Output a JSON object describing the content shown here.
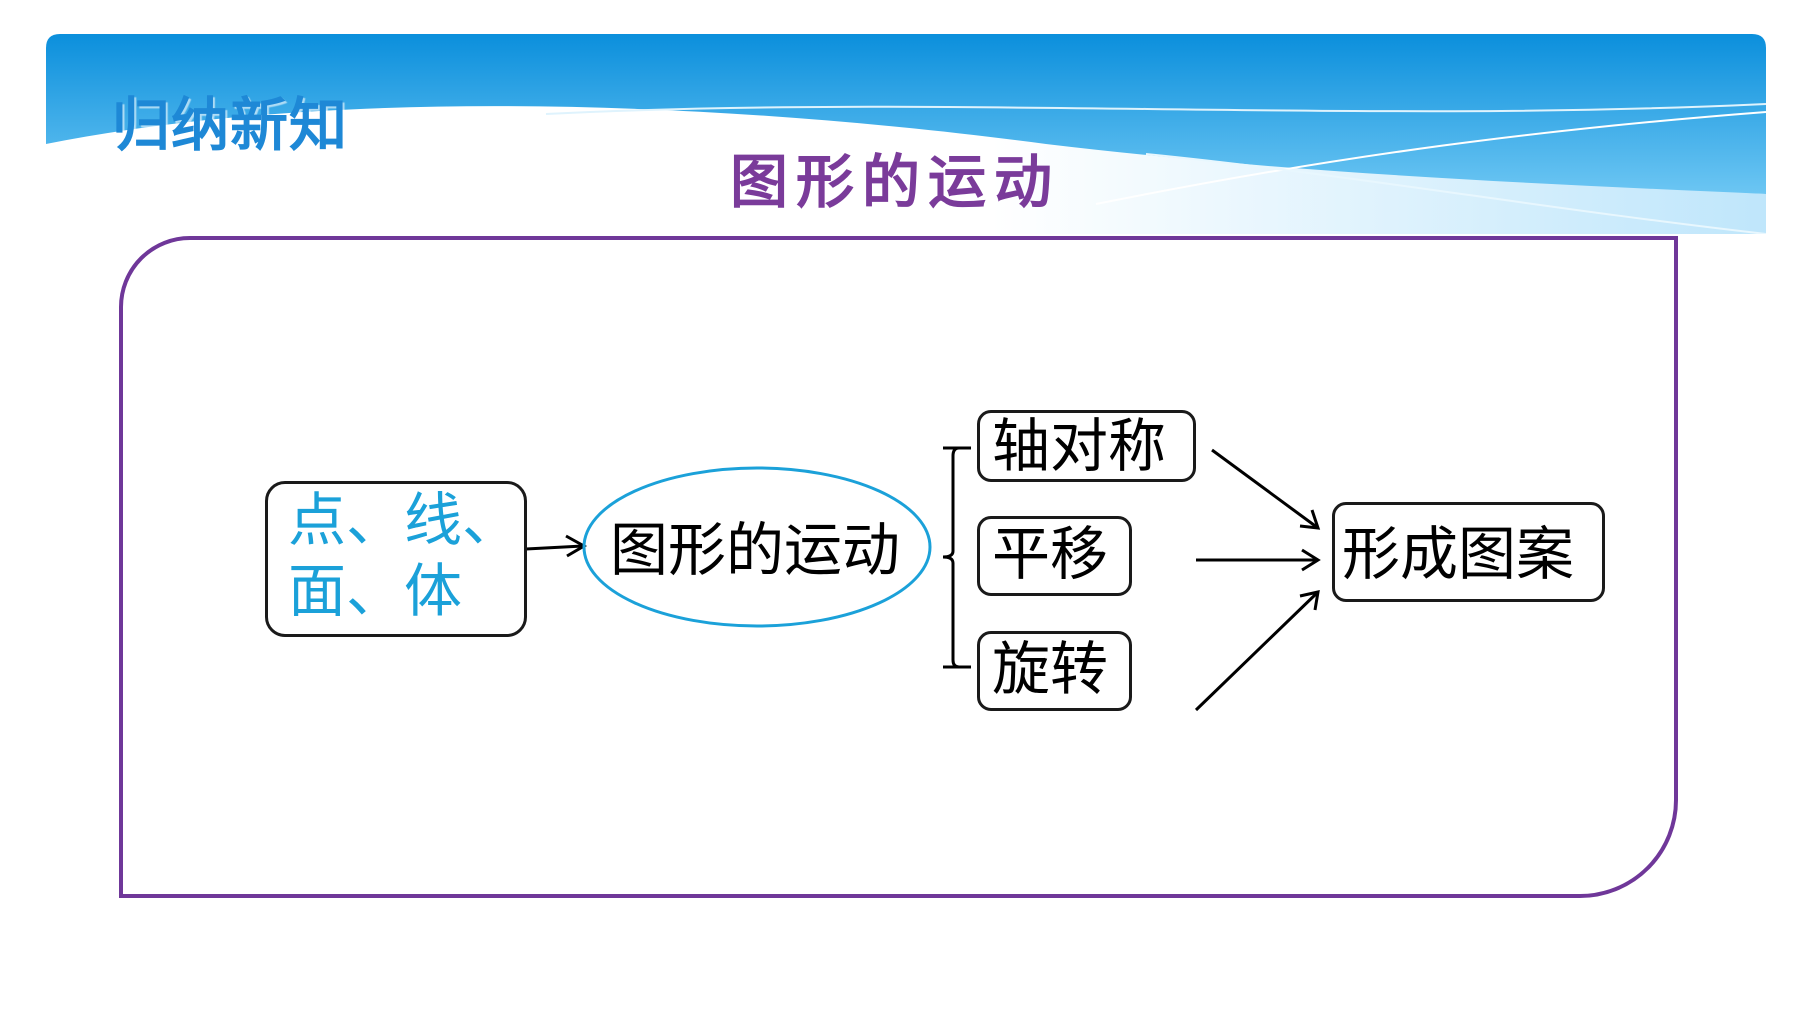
{
  "header": {
    "section_label": "归纳新知",
    "title": "图形的运动"
  },
  "diagram": {
    "source_line1": "点、线、",
    "source_line2": "面、体",
    "center": "图形的运动",
    "branches": [
      "轴对称",
      "平移",
      "旋转"
    ],
    "result": "形成图案"
  },
  "colors": {
    "banner_dark": "#0b8fdc",
    "banner_light": "#8fd3f7",
    "frame_purple": "#6f3799",
    "title_purple": "#7a3b9a",
    "ellipse_blue": "#1ba1d9",
    "source_text_blue": "#1ba1d9"
  }
}
